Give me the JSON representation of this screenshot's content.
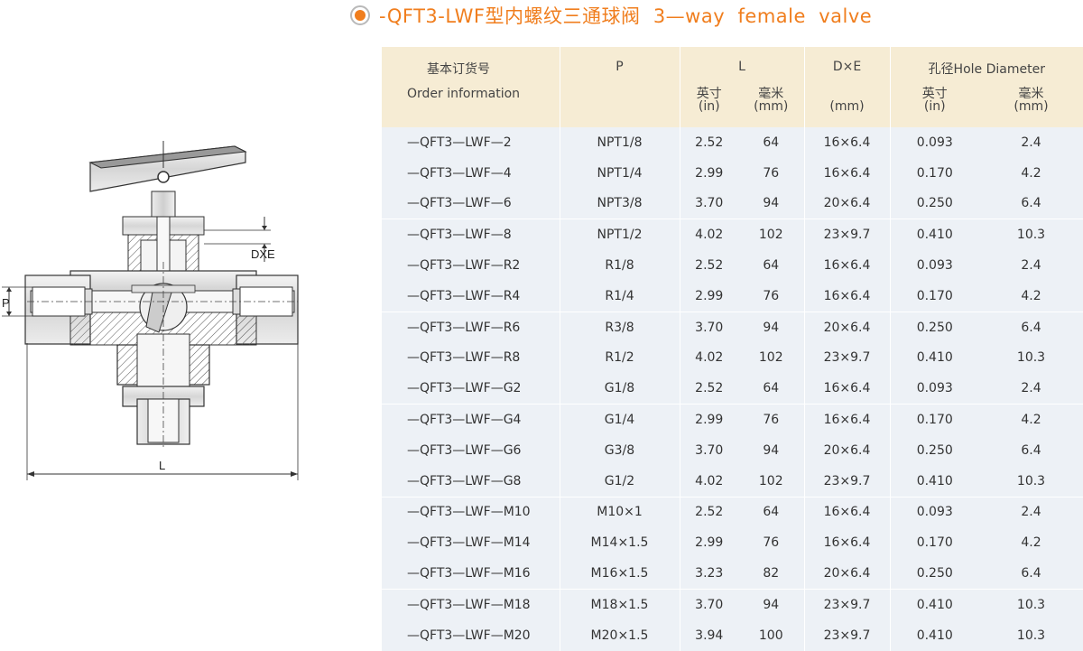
{
  "title": "-QFT3-LWF型内螺纹三通球阀  3—way  female  valve",
  "drawing": {
    "dim_dxe": "DXE",
    "dim_p": "P",
    "dim_l": "L"
  },
  "headers": {
    "order_cn": "基本订货号",
    "order_en": "Order  information",
    "p": "P",
    "l": "L",
    "dxe": "D×E",
    "hole": "孔径Hole  Diameter",
    "inch": "英寸",
    "inch_unit": "(in)",
    "mm": "毫米",
    "mm_unit": "(mm)",
    "dxe_unit": "(mm)"
  },
  "rows": [
    [
      "—QFT3—LWF—2",
      "NPT1/8",
      "2.52",
      "64",
      "16×6.4",
      "0.093",
      "2.4"
    ],
    [
      "—QFT3—LWF—4",
      "NPT1/4",
      "2.99",
      "76",
      "16×6.4",
      "0.170",
      "4.2"
    ],
    [
      "—QFT3—LWF—6",
      "NPT3/8",
      "3.70",
      "94",
      "20×6.4",
      "0.250",
      "6.4"
    ],
    [
      "—QFT3—LWF—8",
      "NPT1/2",
      "4.02",
      "102",
      "23×9.7",
      "0.410",
      "10.3"
    ],
    [
      "—QFT3—LWF—R2",
      "R1/8",
      "2.52",
      "64",
      "16×6.4",
      "0.093",
      "2.4"
    ],
    [
      "—QFT3—LWF—R4",
      "R1/4",
      "2.99",
      "76",
      "16×6.4",
      "0.170",
      "4.2"
    ],
    [
      "—QFT3—LWF—R6",
      "R3/8",
      "3.70",
      "94",
      "20×6.4",
      "0.250",
      "6.4"
    ],
    [
      "—QFT3—LWF—R8",
      "R1/2",
      "4.02",
      "102",
      "23×9.7",
      "0.410",
      "10.3"
    ],
    [
      "—QFT3—LWF—G2",
      "G1/8",
      "2.52",
      "64",
      "16×6.4",
      "0.093",
      "2.4"
    ],
    [
      "—QFT3—LWF—G4",
      "G1/4",
      "2.99",
      "76",
      "16×6.4",
      "0.170",
      "4.2"
    ],
    [
      "—QFT3—LWF—G6",
      "G3/8",
      "3.70",
      "94",
      "20×6.4",
      "0.250",
      "6.4"
    ],
    [
      "—QFT3—LWF—G8",
      "G1/2",
      "4.02",
      "102",
      "23×9.7",
      "0.410",
      "10.3"
    ],
    [
      "—QFT3—LWF—M10",
      "M10×1",
      "2.52",
      "64",
      "16×6.4",
      "0.093",
      "2.4"
    ],
    [
      "—QFT3—LWF—M14",
      "M14×1.5",
      "2.99",
      "76",
      "16×6.4",
      "0.170",
      "4.2"
    ],
    [
      "—QFT3—LWF—M16",
      "M16×1.5",
      "3.23",
      "82",
      "20×6.4",
      "0.250",
      "6.4"
    ],
    [
      "—QFT3—LWF—M18",
      "M18×1.5",
      "3.70",
      "94",
      "23×9.7",
      "0.410",
      "10.3"
    ],
    [
      "—QFT3—LWF—M20",
      "M20×1.5",
      "3.94",
      "100",
      "23×9.7",
      "0.410",
      "10.3"
    ]
  ],
  "group_starts": [
    0,
    3,
    6,
    9,
    12,
    15
  ],
  "colors": {
    "accent": "#f07e1e",
    "header_bg": "#f6ecd4",
    "row_bg": "#edf1f6"
  }
}
